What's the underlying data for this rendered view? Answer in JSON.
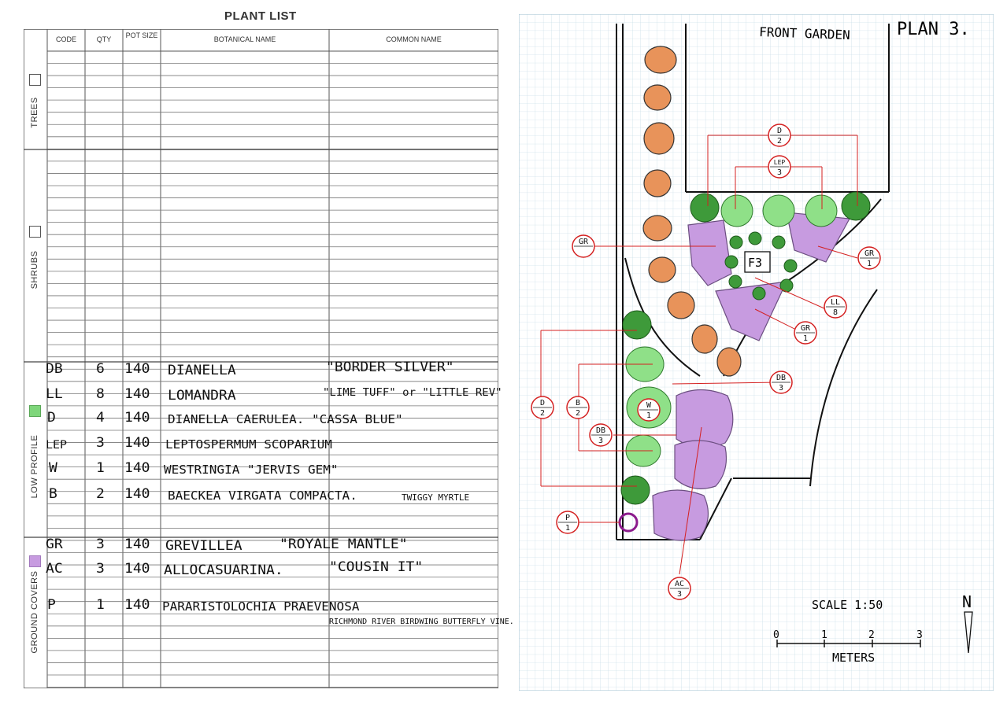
{
  "plant_list": {
    "title": "PLANT LIST",
    "columns": [
      "CODE",
      "QTY",
      "POT SIZE",
      "BOTANICAL NAME",
      "COMMON NAME"
    ],
    "categories": [
      {
        "label": "TREES"
      },
      {
        "label": "SHRUBS"
      },
      {
        "label": "LOW PROFILE",
        "swatch_color": "#7ed67a"
      },
      {
        "label": "GROUND COVERS",
        "swatch_color": "#c79be0"
      }
    ],
    "entries": [
      {
        "code": "DB",
        "qty": "6",
        "pot": "140",
        "botanical": "DIANELLA",
        "common": "\"BORDER SILVER\""
      },
      {
        "code": "LL",
        "qty": "8",
        "pot": "140",
        "botanical": "LOMANDRA",
        "common": "\"LIME TUFF\" or \"LITTLE REV\""
      },
      {
        "code": "D",
        "qty": "4",
        "pot": "140",
        "botanical": "DIANELLA CAERULEA. \"CASSA BLUE\"",
        "common": ""
      },
      {
        "code": "LEP",
        "qty": "3",
        "pot": "140",
        "botanical": "LEPTOSPERMUM SCOPARIUM",
        "common": ""
      },
      {
        "code": "W",
        "qty": "1",
        "pot": "140",
        "botanical": "WESTRINGIA \"JERVIS GEM\"",
        "common": ""
      },
      {
        "code": "B",
        "qty": "2",
        "pot": "140",
        "botanical": "BAECKEA VIRGATA COMPACTA.",
        "common": "TWIGGY MYRTLE"
      },
      {
        "code": "GR",
        "qty": "3",
        "pot": "140",
        "botanical": "GREVILLEA",
        "common": "\"ROYALE MANTLE\""
      },
      {
        "code": "AC",
        "qty": "3",
        "pot": "140",
        "botanical": "ALLOCASUARINA.",
        "common": "\"COUSIN IT\""
      },
      {
        "code": "P",
        "qty": "1",
        "pot": "140",
        "botanical": "PARARISTOLOCHIA PRAEVENOSA",
        "common": "RICHMOND RIVER BIRDWING BUTTERFLY VINE."
      }
    ]
  },
  "plan": {
    "title": "FRONT GARDEN",
    "plan_label": "PLAN 3.",
    "feature_label": "F3",
    "scale_text": "SCALE 1:50",
    "scale_ticks": [
      "0",
      "1",
      "2",
      "3"
    ],
    "scale_unit": "METERS",
    "north": "N",
    "tags": [
      {
        "code": "D",
        "qty": "2"
      },
      {
        "code": "LEP",
        "qty": "3"
      },
      {
        "code": "GR",
        "qty": ""
      },
      {
        "code": "GR",
        "qty": "1"
      },
      {
        "code": "LL",
        "qty": "8"
      },
      {
        "code": "GR",
        "qty": "1"
      },
      {
        "code": "DB",
        "qty": "3"
      },
      {
        "code": "D",
        "qty": "2"
      },
      {
        "code": "B",
        "qty": "2"
      },
      {
        "code": "W",
        "qty": "1"
      },
      {
        "code": "DB",
        "qty": "3"
      },
      {
        "code": "P",
        "qty": "1"
      },
      {
        "code": "AC",
        "qty": "3"
      }
    ]
  }
}
